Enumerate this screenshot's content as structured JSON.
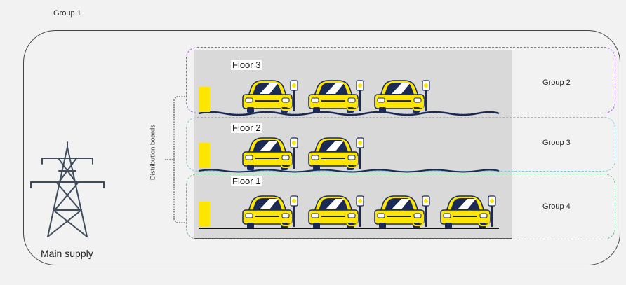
{
  "group1_label": "Group 1",
  "group2_label": "Group 2",
  "group3_label": "Group 3",
  "group4_label": "Group 4",
  "floor3_label": "Floor 3",
  "floor2_label": "Floor 2",
  "floor1_label": "Floor 1",
  "distribution_label": "Distribution boards",
  "main_supply_label": "Main supply",
  "colors": {
    "car": "#ffe600",
    "board": "#ffe600",
    "group2": "#a259e6",
    "group3": "#7fc6d9",
    "group4": "#5fbf7f",
    "tower": "#3f4d5e"
  }
}
